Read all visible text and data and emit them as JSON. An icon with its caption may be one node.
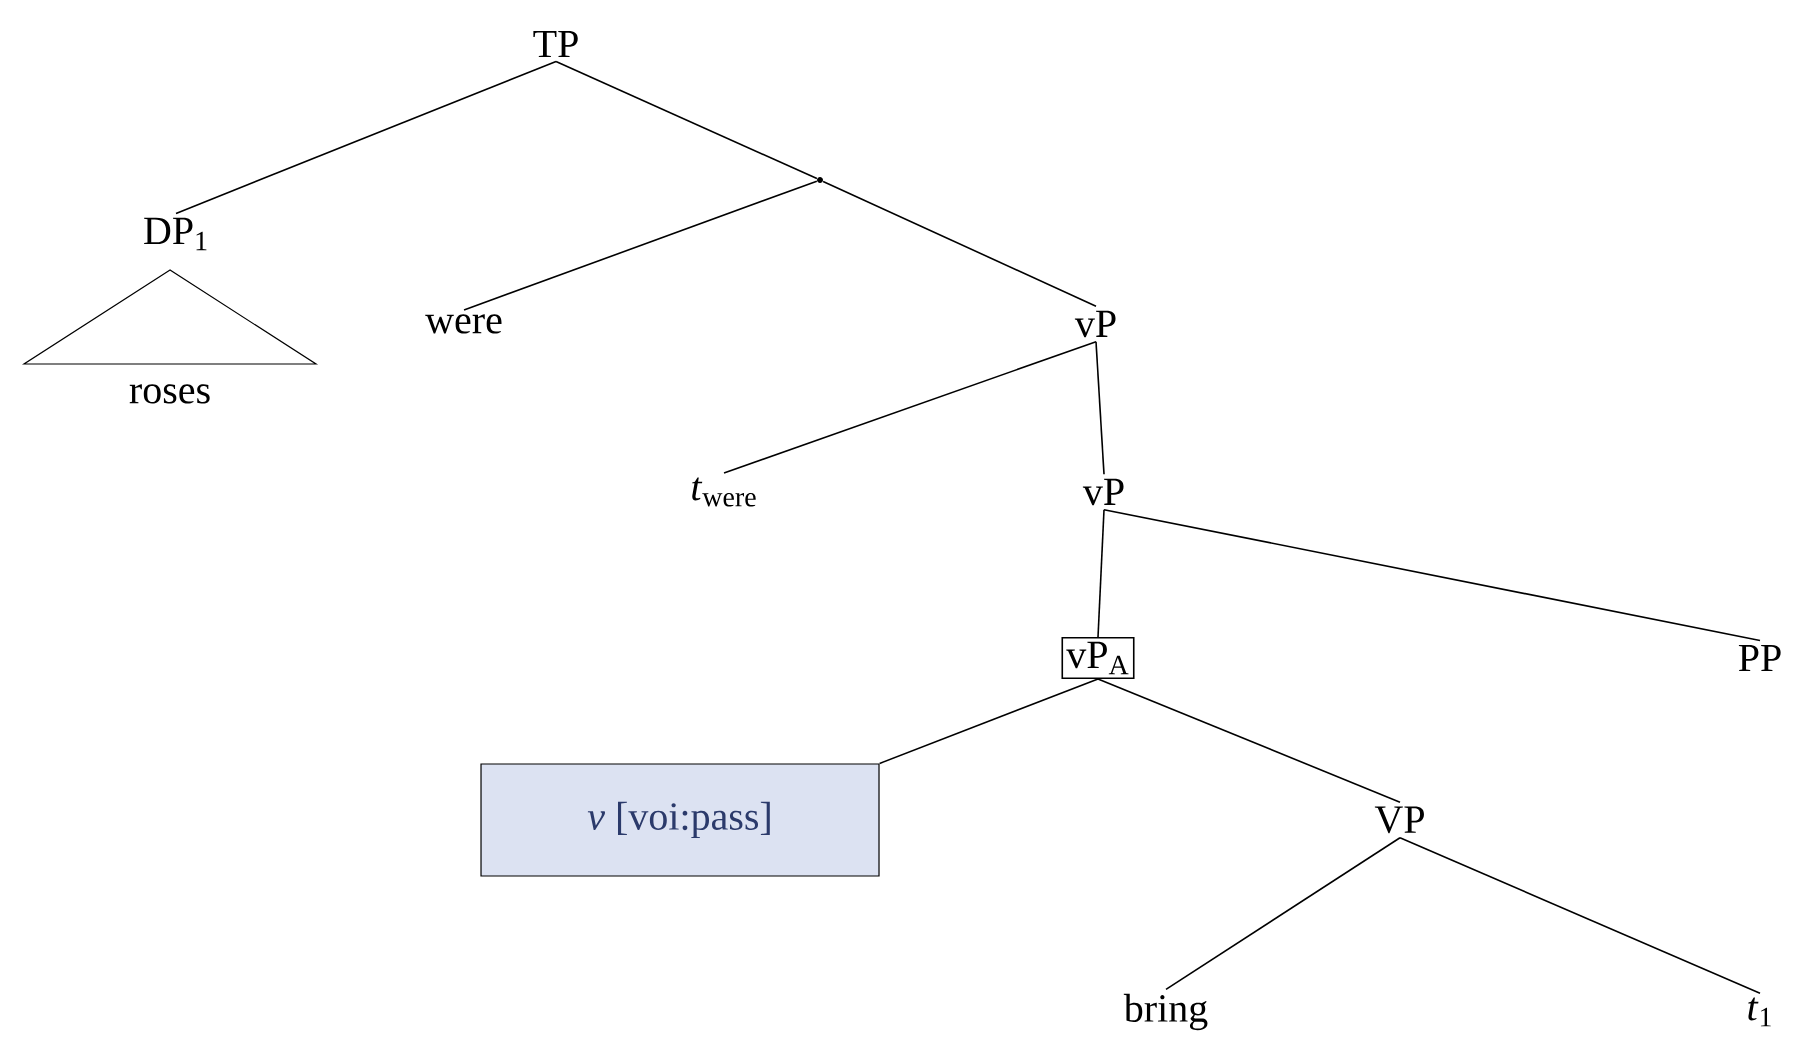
{
  "diagram": {
    "nodes": [
      {
        "text": [
          "TP"
        ]
      },
      {
        "text": [
          "DP$_{1}$"
        ]
      },
      {
        "text": [
          "roses"
        ]
      },
      {
        "text": [],
        "shape": "point"
      },
      {
        "text": [
          "were"
        ]
      },
      {
        "text": [
          "vP"
        ]
      },
      {
        "text": [
          "*t*$_{were}$"
        ]
      },
      {
        "text": [
          "vP"
        ]
      },
      {
        "text": [
          "vP$_{A}$"
        ]
      },
      {
        "text": [
          "PP"
        ]
      },
      {
        "text": [
          "*v* [voi:pass]"
        ]
      },
      {
        "text": [
          "VP"
        ]
      },
      {
        "text": [
          "bring"
        ]
      },
      {
        "text": [
          "*t*$_{1}$"
        ]
      }
    ],
    "edges": [
      {
        "from": 0,
        "to": 1,
        "arrow": "none"
      },
      {
        "from": 0,
        "to": 3,
        "arrow": "none"
      },
      {
        "from": 3,
        "to": 4,
        "arrow": "none"
      },
      {
        "from": 3,
        "to": 5,
        "arrow": "none"
      },
      {
        "from": 5,
        "to": 6,
        "arrow": "none"
      },
      {
        "from": 5,
        "to": 7,
        "arrow": "none"
      },
      {
        "from": 7,
        "to": 8,
        "arrow": "none"
      },
      {
        "from": 7,
        "to": 9,
        "arrow": "none"
      },
      {
        "from": 8,
        "to": 10,
        "arrow": "none"
      },
      {
        "from": 8,
        "to": 11,
        "arrow": "none"
      },
      {
        "from": 11,
        "to": 12,
        "arrow": "none"
      },
      {
        "from": 11,
        "to": 13,
        "arrow": "none"
      }
    ]
  }
}
